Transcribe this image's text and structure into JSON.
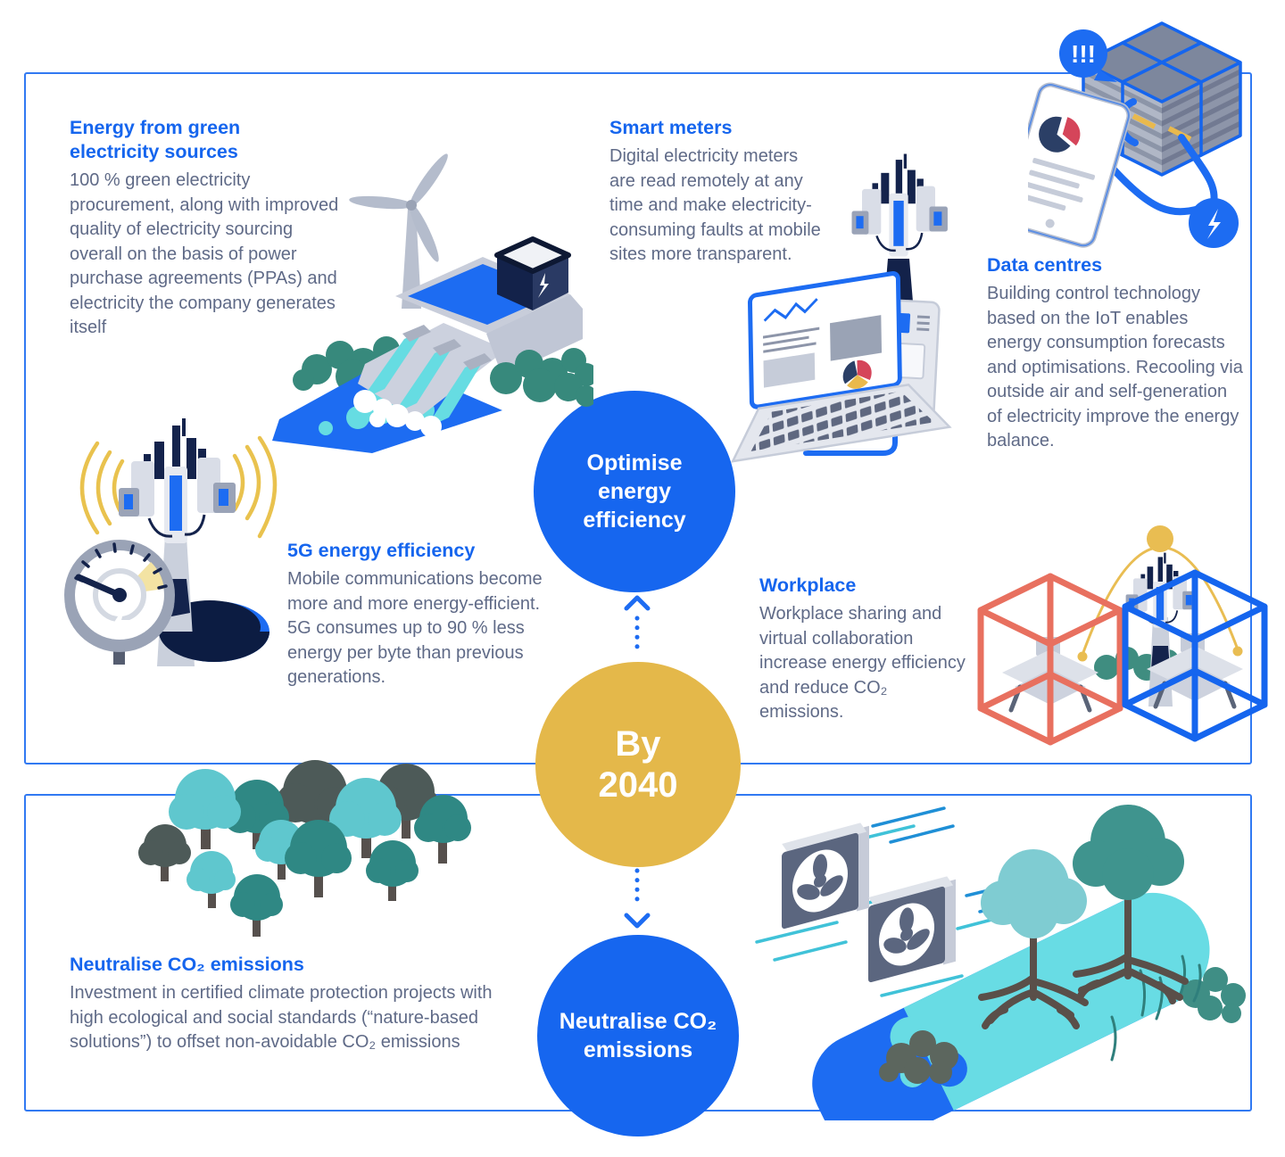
{
  "sections": {
    "green_energy": {
      "title": "Energy from green electricity sources",
      "body": "100 % green electricity procurement, along with improved quality of electricity sourcing overall on the basis of power purchase agreements (PPAs) and electricity the company generates itself"
    },
    "smart_meters": {
      "title": "Smart meters",
      "body": "Digital electricity meters are read remotely at any time and make electricity-consuming faults at mobile sites more transparent."
    },
    "data_centres": {
      "title": "Data centres",
      "body": "Building control technology based on the IoT enables energy consumption forecasts and optimisations. Recooling via outside air and self-generation of electricity improve the energy balance."
    },
    "energy_5g": {
      "title": "5G energy efficiency",
      "body": "Mobile communications become more and more energy-efficient. 5G consumes up to 90 % less energy per byte than previous generations."
    },
    "workplace": {
      "title": "Workplace",
      "body": "Workplace sharing and virtual collaboration increase energy efficiency and reduce CO₂ emissions."
    },
    "neutralise": {
      "title": "Neutralise CO₂ emissions",
      "body": "Investment in certified climate protection projects with high ecological and social standards (“nature-based solutions”) to offset non-avoidable CO₂ emissions"
    }
  },
  "circles": {
    "optimise": {
      "label": "Optimise energy efficiency"
    },
    "deadline": {
      "line1": "By",
      "line2": "2040"
    },
    "neutralise": {
      "label": "Neutralise CO₂ emissions"
    }
  },
  "alert_bubble": {
    "text": "!!!"
  },
  "colors": {
    "accent_blue": "#1666ef",
    "heading_blue": "#1565ee",
    "body_gray": "#5f6a87",
    "frame_blue": "#3179f2",
    "yellow": "#e4b84a",
    "salmon": "#e8705f",
    "teal": "#35897e",
    "cyan": "#64d3dc",
    "navy": "#13224a"
  },
  "illustrations": {
    "hydro": "hydro-power-plant-with-wind-turbine",
    "datacentre": "data-centre-server-racks-with-tablet",
    "tower5g": "5g-tower-with-power-gauge",
    "smartmeter": "smart-meter-with-laptop",
    "workplace": "shared-workplaces-with-5g-tower",
    "forest": "forest-trees",
    "mangrove": "cooling-fans-and-mangrove"
  }
}
